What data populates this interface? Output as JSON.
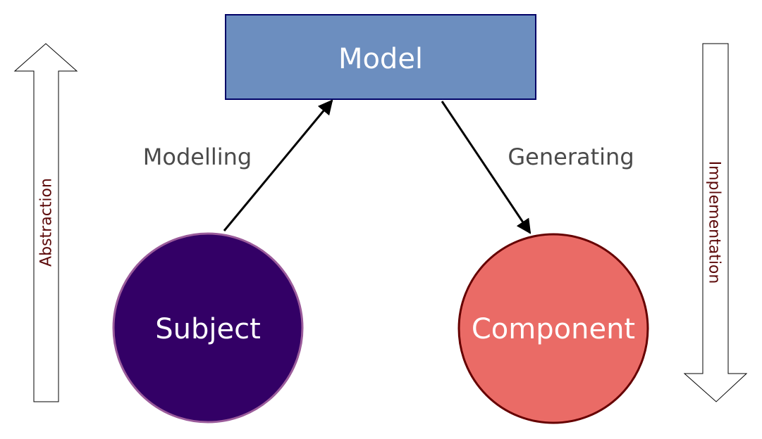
{
  "nodes": {
    "model": {
      "label": "Model"
    },
    "subject": {
      "label": "Subject"
    },
    "component": {
      "label": "Component"
    }
  },
  "edges": {
    "modelling": {
      "label": "Modelling"
    },
    "generating": {
      "label": "Generating"
    }
  },
  "side_arrows": {
    "abstraction": {
      "label": "Abstraction",
      "direction": "up"
    },
    "implementation": {
      "label": "Implementation",
      "direction": "down"
    }
  },
  "colors": {
    "model_fill": "#6c8ebf",
    "model_stroke": "#000066",
    "subject_fill": "#330066",
    "subject_stroke": "#9b5c9b",
    "component_fill": "#ea6b66",
    "component_stroke": "#660000",
    "edge_label": "#4a4a4a",
    "side_label": "#5c0a0a"
  }
}
